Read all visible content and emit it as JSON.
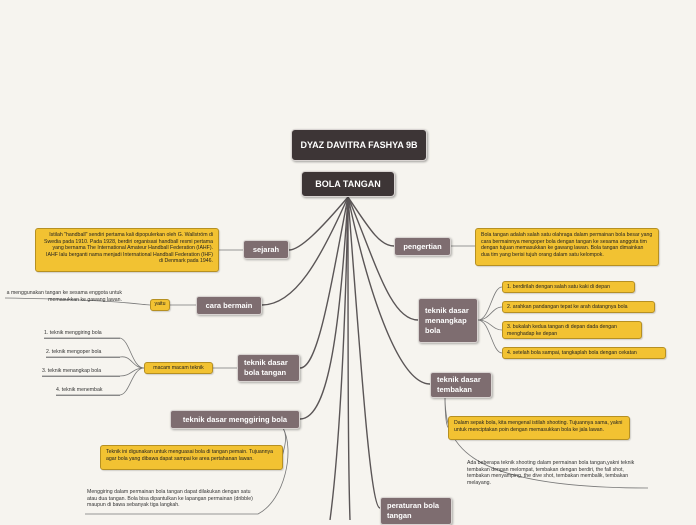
{
  "author": "DYAZ DAVITRA FASHYA 9B",
  "center": "BOLA TANGAN",
  "sejarah": {
    "label": "sejarah",
    "note": "Istilah \"handball\" sendiri pertama kali dipopulerkan oleh G. Wallström di Swedia pada 1910. Pada 1928, berdiri organisasi handball resmi pertama yang bernama The International Amateur Handball Federation (IAHF). IAHF lalu berganti nama menjadi International Handball Federation (IHF) di Denmark pada 1946."
  },
  "cara_bermain": {
    "label": "cara bermain",
    "connector": "yaitu",
    "desc": "a menggunakan tangan ke sesama enggota untuk memasukkan ke gawang lawan."
  },
  "teknik_dasar": {
    "label": "teknik dasar bola tangan",
    "connector": "macam macam teknik",
    "items": [
      "1. teknik menggiring bola",
      "2. teknik mengoper bola",
      "3. teknik menangkap bola",
      "4. teknik menembak"
    ]
  },
  "menggiring": {
    "label": "teknik dasar menggiring bola",
    "note": "Teknik ini digunakan untuk menguasai bola di tangan pemain. Tujuannya agar bola yang dibawa dapat sampai ke area pertahanan lawan.",
    "desc": "Menggiring dalam permainan bola tangan dapat dilakukan dengan satu atau dua tangan. Bola bisa dipantulkan ke lapangan permainan (dribble) maupun di bawa sebanyak tiga langkah."
  },
  "pengertian": {
    "label": "pengertian",
    "note": "Bola tangan adalah salah satu olahraga dalam permainan bola besar yang cara bermainnya mengoper bola dengan tangan ke sesama anggota tim dengan tujuan memasukkan ke gawang lawan. Bola tangan dimainkan dua tim yang berisi tujuh orang dalam satu kelompok."
  },
  "menangkap": {
    "label": "teknik dasar menangkap bola",
    "items": [
      "1. berdirilah dengan salah satu kaki di depan",
      "2. arahkan pandangan tepat ke arah datangnya bola",
      "3. bukalah kedua tangan di depan dada dengan menghadap ke depan",
      "4. setelah bola sampai, tangkaplah bola dengan cekatan"
    ]
  },
  "tembakan": {
    "label": "teknik dasar tembakan",
    "note": "Dalam sepak bola, kita mengenal istilah shooting. Tujuannya sama, yakni untuk menciptakan poin dengan memasukkan bola ke jala lawan.",
    "desc": "Ada beberapa teknik shooting dalam permainan bola tangan,yakni teknik tembakan dengan melompat, tembakan dengan berdiri, the fall shot, tembakan menyamping, the dive shot, tembakan membalik, tembakan melayang."
  },
  "peraturan": {
    "label": "peraturan bola tangan"
  },
  "colors": {
    "topic": "#7e6d70",
    "title": "#3d3536",
    "note": "#f2c232",
    "line": "#5a5556"
  }
}
